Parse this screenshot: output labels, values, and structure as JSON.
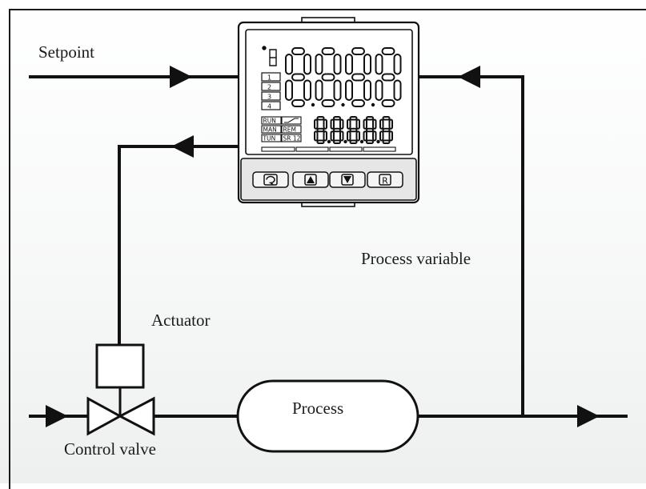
{
  "labels": {
    "setpoint": "Setpoint",
    "process_variable": "Process variable",
    "actuator": "Actuator",
    "process": "Process",
    "control_valve": "Control valve"
  },
  "controller": {
    "main_display": "8888",
    "secondary_display": "88888",
    "prefix_digit": "8",
    "output_indicators": [
      "1",
      "2",
      "3",
      "4"
    ],
    "mode_indicators": [
      "RUN",
      "MAN",
      "TUN"
    ],
    "status_indicators": [
      "REM",
      "SR 12"
    ],
    "buttons": [
      {
        "name": "page-button",
        "icon": "cycle-icon"
      },
      {
        "name": "up-button",
        "icon": "up-arrow-icon"
      },
      {
        "name": "down-button",
        "icon": "down-arrow-icon"
      },
      {
        "name": "r-button",
        "icon": "r-letter-icon",
        "label": "R"
      }
    ]
  },
  "colors": {
    "line": "#111111",
    "background": "#ffffff",
    "controller_face": "#ffffff",
    "keypad_bg": "#e6e6e6"
  }
}
